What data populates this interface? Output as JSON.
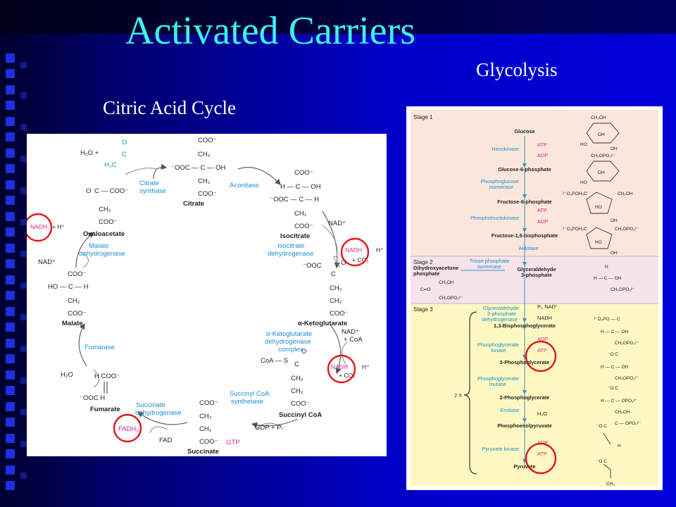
{
  "slide": {
    "title": "Activated Carriers",
    "glycolysis_label": "Glycolysis",
    "tca_label": "Citric Acid Cycle"
  },
  "tca": {
    "chem": {
      "h2o_in": "H₂O  +",
      "acetyl_o": "O",
      "acetyl_c": "C",
      "acetyl_h3c": "H₃C",
      "citrate_coo_top": "COO⁻",
      "citrate_ch2_1": "CH₂",
      "citrate_mid": "⁻OOC — C — OH",
      "citrate_ch2_2": "CH₂",
      "citrate_coo_bot": "COO⁻",
      "isocit_coo_top": "COO⁻",
      "isocit_row1": "H — C — OH",
      "isocit_row2": "⁻OOC — C — H",
      "isocit_ch2": "CH₂",
      "isocit_coo_bot": "COO⁻",
      "oaa_row1": "O",
      "oaa_row2": "C — COO⁻",
      "oaa_ch2": "CH₂",
      "oaa_coo": "COO⁻",
      "akg_coo_top": "⁻OOC",
      "akg_o": "O",
      "akg_c": "C",
      "akg_ch2_1": "CH₂",
      "akg_ch2_2": "CH₂",
      "akg_coo_bot": "COO⁻",
      "scoa_cos": "CoA — S",
      "scoa_o": "O",
      "scoa_c": "C",
      "scoa_ch2_1": "CH₂",
      "scoa_ch2_2": "CH₂",
      "scoa_coo": "COO⁻",
      "mal_coo_top": "COO⁻",
      "mal_row": "HO — C — H",
      "mal_ch2": "CH₂",
      "mal_coo_bot": "COO⁻",
      "fum_row1": "H        COO⁻",
      "fum_row2": "⁻OOC        H",
      "suc_coo_top": "COO⁻",
      "suc_ch2_1": "CH₂",
      "suc_ch2_2": "CH₂",
      "suc_coo_bot": "COO⁻",
      "h2o_fum": "H₂O",
      "nad_plus_left": "NAD⁺",
      "nad_plus_isocit": "NAD⁺",
      "nad_plus_akg": "NAD⁺",
      "coa": "+ CoA",
      "gdp_pi": "GDP  +  Pᵢ",
      "fad": "FAD",
      "hplus_1": "+  H⁺",
      "hplus_2": "H⁺",
      "hplus_3": "H⁺",
      "co2_1": "+ CO₂",
      "co2_2": "+ CO₂"
    },
    "names": {
      "citrate": "Citrate",
      "isocitrate": "Isocitrate",
      "oxaloacetate": "Oxaloacetate",
      "ketoglutarate": "α-Ketoglutarate",
      "succinyl_coa": "Succinyl CoA",
      "succinate": "Succinate",
      "fumarate": "Fumarate",
      "malate": "Malate"
    },
    "enzymes": {
      "citrate_synthase": [
        "Citrate",
        "synthase"
      ],
      "aconitase": "Aconitase",
      "isocitrate_dh": [
        "Isocitrate",
        "dehydrogenase"
      ],
      "akg_dh": [
        "α-Ketoglutarate",
        "dehydrogenase",
        "complex"
      ],
      "succinyl_coa_syn": [
        "Succinyl CoA",
        "synthetase"
      ],
      "succinate_dh": [
        "Succinate",
        "dehydrogenase"
      ],
      "fumarase": "Fumarase",
      "malate_dh": [
        "Malate",
        "dehydrogenase"
      ]
    },
    "carriers": {
      "nadh_malate": "NADH",
      "nadh_isocit": "NADH",
      "nadh_akg": "NADH",
      "fadh2": "FADH₂",
      "gtp": "GTP"
    }
  },
  "glycolysis": {
    "stages": [
      "Stage 1",
      "Stage 2",
      "Stage 3"
    ],
    "stage_colors": [
      "#fbe6dc",
      "#f6e4ea",
      "#fdf8c2"
    ],
    "metabolites": {
      "glucose": "Glucose",
      "g6p": "Glucose-6-phosphate",
      "f6p": "Fructose-6-phosphate",
      "f16bp": "Fructose-1,6-bisphosphate",
      "dhap": [
        "Dihydroxyacetone",
        "phosphate"
      ],
      "gap": [
        "Glyceraldehyde",
        "3-phosphate"
      ],
      "bpg": "1,3-Bisphosphoglycerate",
      "pg3": "3-Phosphoglycerate",
      "pg2": "2-Phosphoglycerate",
      "pep": "Phosphoenolpyruvate",
      "pyruvate": "Pyruvate"
    },
    "enzymes": {
      "hexokinase": "Hexokinase",
      "pgi": [
        "Phosphoglucose",
        "isomerase"
      ],
      "pfk": "Phosphofructokinase",
      "aldolase": "Aldolase",
      "tpi": [
        "Triose phosphate",
        "isomerase"
      ],
      "gapdh": [
        "Glyceraldehyde",
        "3-phosphate",
        "dehydrogenase"
      ],
      "pgk": [
        "Phosphoglycerate",
        "kinase"
      ],
      "pgm": [
        "Phosphoglycerate",
        "mutase"
      ],
      "enolase": "Enolase",
      "pk": "Pyruvate kinase"
    },
    "cofactors": {
      "atp_1": "ATP",
      "adp_1": "ADP",
      "atp_2": "ATP",
      "adp_2": "ADP",
      "pi_nad": "Pᵢ, NAD⁺",
      "nadh": "NADH",
      "adp_3": "ADP",
      "atp_3": "ATP",
      "h2o": "H₂O",
      "adp_4": "ADP",
      "atp_4": "ATP"
    },
    "multiplier": "2 X",
    "structures": {
      "s_ch2oh": "CH₂OH",
      "s_oh": "OH",
      "s_ch2opo3": "CH₂OPO₃²⁻",
      "s_2o3poh2c": "²⁻O₃POH₂C",
      "s_ho": "HO",
      "s_dhap_ch2oh": "CH₂OH",
      "s_dhap_co": "C═O",
      "s_dhap_p": "CH₂OPO₃²⁻",
      "s_gap_h": "H",
      "s_gap_hcoh": "H — C — OH",
      "s_gap_p": "CH₂OPO₃²⁻",
      "s_bpg_top": "²⁻O₃PO — C",
      "s_pg_coo": "⁻O  C",
      "s_pg3_row": "H — C — OH",
      "s_pg2_row": "H — C — OPO₃²⁻",
      "s_pg2_ch2oh": "CH₂OH",
      "s_pep_row": "C — OPO₃²⁻",
      "s_pep_h": "H",
      "s_pyr_ch3": "CH₃"
    }
  },
  "colors": {
    "title": "#3ef0f5",
    "enzyme_blue": "#1a8fd0",
    "carrier_magenta": "#d7268a",
    "circle_red": "#e0161b",
    "acetyl_green": "#1aa25a"
  }
}
